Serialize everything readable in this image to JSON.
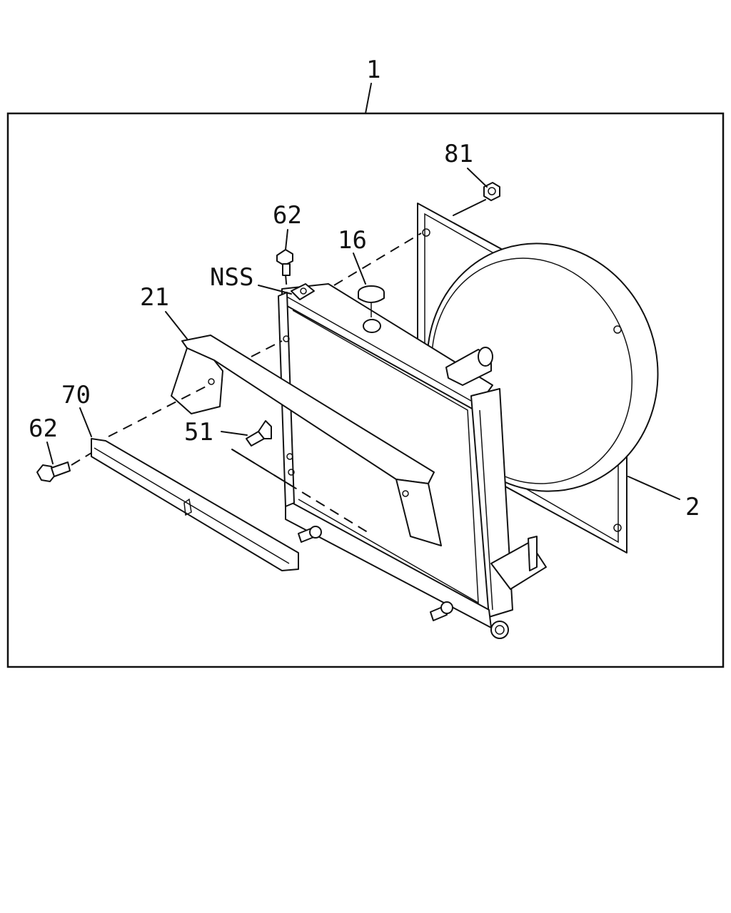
{
  "diagram": {
    "callouts": {
      "assembly": "1",
      "shroud": "2",
      "cap": "16",
      "bracket": "21",
      "drain_cock": "51",
      "bolt_top": "62",
      "bolt_left": "62",
      "lower_support": "70",
      "nut": "81",
      "not_serviced": "NSS"
    }
  }
}
